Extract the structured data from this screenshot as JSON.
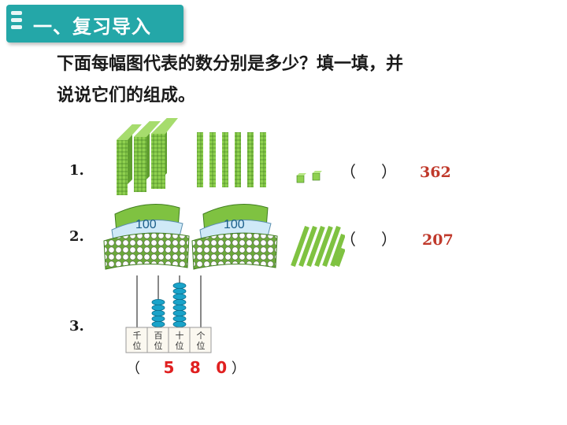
{
  "header": {
    "title": "一、复习导入"
  },
  "question": {
    "line1": "下面每幅图代表的数分别是多少？填一填，并",
    "line2": "说说它们的组成。"
  },
  "rows": [
    {
      "num": "1.",
      "open": "（",
      "close": "）",
      "answer": "362"
    },
    {
      "num": "2.",
      "open": "（",
      "close": "）",
      "answer": "207"
    },
    {
      "num": "3."
    }
  ],
  "bundle_label": "100",
  "abacus": {
    "places": [
      "千位",
      "百位",
      "十位",
      "个位"
    ],
    "place_chars": [
      [
        "千",
        "位"
      ],
      [
        "百",
        "位"
      ],
      [
        "十",
        "位"
      ],
      [
        "个",
        "位"
      ]
    ],
    "digits": [
      "5",
      "8",
      "0"
    ],
    "open": "（",
    "close": "）",
    "bead_color": "#1aa3c9"
  },
  "colors": {
    "teal": "#24a7a8",
    "block_green": "#7fc241",
    "answer_red": "#c0392b"
  }
}
